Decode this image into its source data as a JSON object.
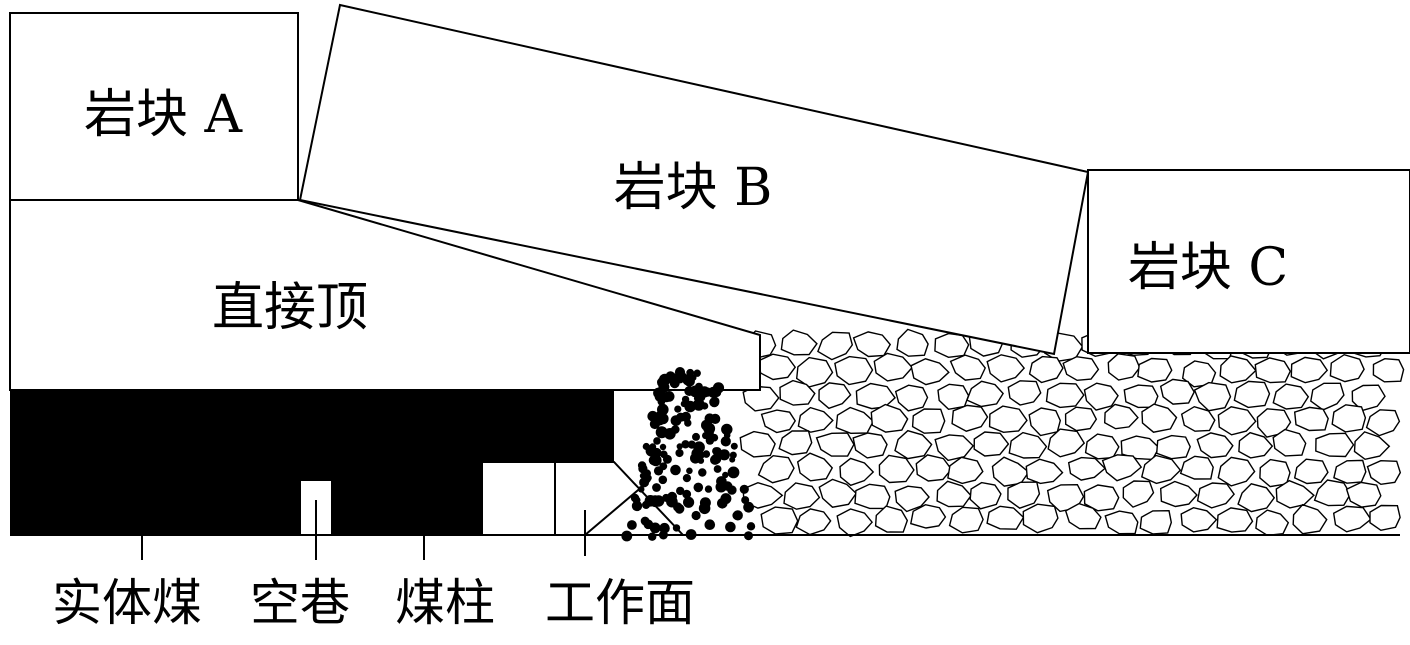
{
  "blocks": {
    "a_label": "岩块 A",
    "b_label": "岩块 B",
    "c_label": "岩块 C"
  },
  "roof_label": "直接顶",
  "bottom_labels": {
    "solid_coal": "实体煤",
    "empty_roadway": "空巷",
    "coal_pillar": "煤柱",
    "working_face": "工作面"
  },
  "colors": {
    "line": "#000000",
    "background": "#ffffff",
    "coal": "#000000"
  }
}
